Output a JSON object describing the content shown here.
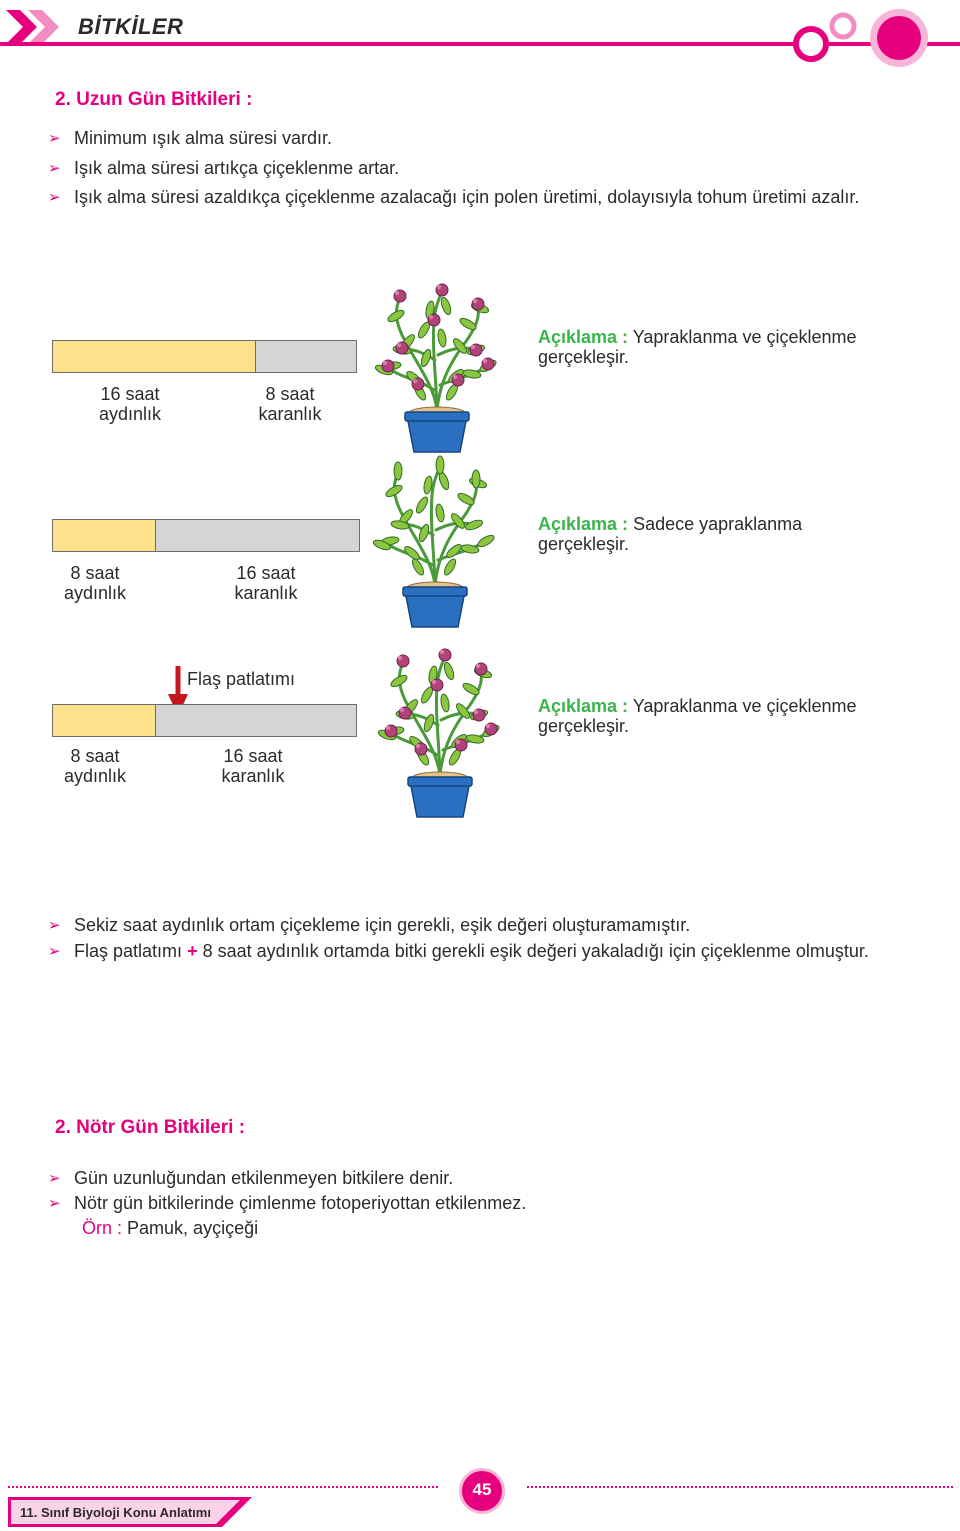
{
  "header": {
    "title": "BİTKİLER"
  },
  "section1": {
    "title": "2. Uzun Gün Bitkileri :",
    "bullets": [
      "Minimum ışık alma süresi vardır.",
      "Işık alma süresi artıkça çiçeklenme artar.",
      "Işık alma süresi azaldıkça çiçeklenme azalacağı için polen üretimi, dolayısıyla tohum üretimi azalır."
    ]
  },
  "experiments": [
    {
      "light_label": [
        "16 saat",
        "aydınlık"
      ],
      "dark_label": [
        "8 saat",
        "karanlık"
      ],
      "light_hours": 16,
      "dark_hours": 8,
      "flowering": true,
      "exp_key": "Açıklama :",
      "exp_text": [
        "Yapraklanma ve çiçeklenme",
        "gerçekleşir."
      ]
    },
    {
      "light_label": [
        "8 saat",
        "aydınlık"
      ],
      "dark_label": [
        "16 saat",
        "karanlık"
      ],
      "light_hours": 8,
      "dark_hours": 16,
      "flowering": false,
      "exp_key": "Açıklama :",
      "exp_text": [
        "Sadece yapraklanma",
        "gerçekleşir."
      ]
    },
    {
      "light_label": [
        "8 saat",
        "aydınlık"
      ],
      "dark_label": [
        "16 saat",
        "karanlık"
      ],
      "light_hours": 8,
      "dark_hours": 16,
      "flowering": true,
      "flash_label": "Flaş patlatımı",
      "exp_key": "Açıklama :",
      "exp_text": [
        "Yapraklanma ve çiçeklenme",
        "gerçekleşir."
      ]
    }
  ],
  "notes": {
    "bullet1": "Sekiz saat aydınlık ortam çiçekleme için gerekli, eşik değeri oluşturamamıştır.",
    "bullet2_a": "Flaş patlatımı",
    "bullet2_plus": "+",
    "bullet2_b": "8 saat aydınlık ortamda bitki  gerekli eşik değeri yakaladığı için çiçeklenme olmuştur."
  },
  "section2": {
    "title": "2. Nötr Gün Bitkileri :",
    "bullets": [
      "Gün uzunluğundan etkilenmeyen bitkilere denir.",
      "Nötr gün bitkilerinde çimlenme fotoperiyottan etkilenmez."
    ],
    "example_key": "Örn :",
    "example_text": "Pamuk, ayçiçeği"
  },
  "footer": {
    "book": "11. Sınıf Biyoloji Konu Anlatımı",
    "page": "45"
  },
  "colors": {
    "accent": "#e6007e",
    "green": "#3ab54a",
    "light_bar": "#fde18b",
    "dark_bar": "#d4d5d7",
    "pot": "#2a6fc0",
    "flower": "#b0437a"
  }
}
